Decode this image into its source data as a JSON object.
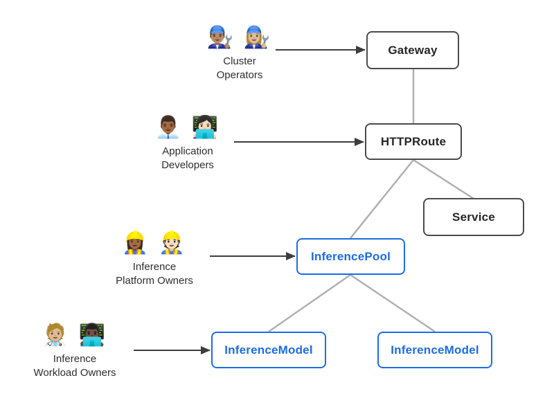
{
  "diagram": {
    "background": "#ffffff",
    "colors": {
      "accent_blue": "#1a6ce8",
      "dark_border": "#4a4a4a",
      "dark_text": "#262626",
      "connector_gray": "#b0b0b0",
      "arrow_dark": "#3d3d3d"
    },
    "personas": [
      {
        "emojis": "👨🏽‍🔧 👩🏼‍🔧",
        "line1": "Cluster",
        "line2": "Operators"
      },
      {
        "emojis": "👨🏾‍💼 👩🏻‍💻",
        "line1": "Application",
        "line2": "Developers"
      },
      {
        "emojis": "👷🏾‍♀️ 👷🏻",
        "line1": "Inference",
        "line2": "Platform Owners"
      },
      {
        "emojis": "🧑🏼‍⚕️ 👨🏿‍💻",
        "line1": "Inference",
        "line2": "Workload Owners"
      }
    ],
    "nodes": {
      "gateway": "Gateway",
      "httproute": "HTTPRoute",
      "service": "Service",
      "inferencepool": "InferencePool",
      "inferencemodel_left": "InferenceModel",
      "inferencemodel_right": "InferenceModel"
    }
  }
}
